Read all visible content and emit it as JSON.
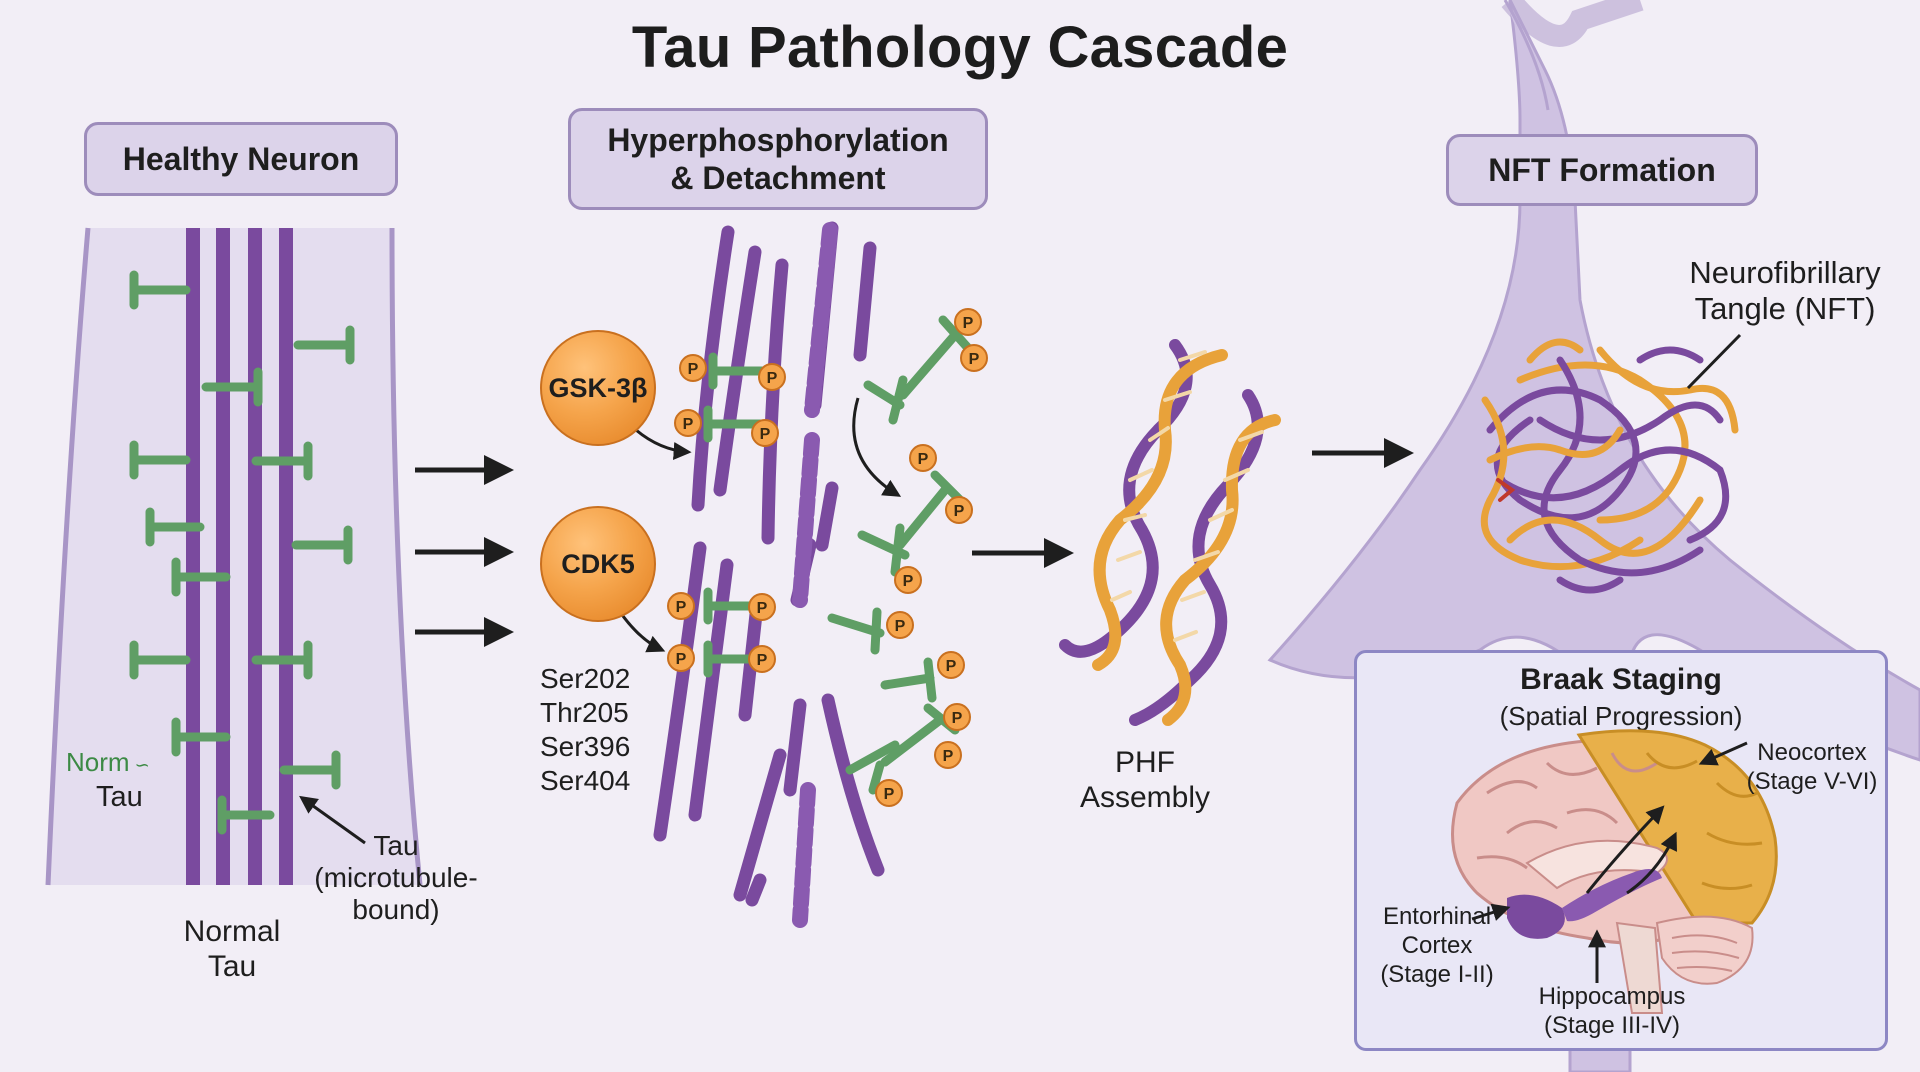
{
  "title": "Tau Pathology Cascade",
  "panels": {
    "healthy": "Healthy Neuron",
    "hyper_line1": "Hyperphosphorylation",
    "hyper_line2": "& Detachment",
    "nft": "NFT Formation"
  },
  "labels": {
    "normal_tau_small_green": "Norm",
    "normal_tau_small_black": "Tau",
    "tau_bound": "Tau\n(microtubule-\nbound)",
    "normal_tau": "Normal\nTau",
    "phf": "PHF\nAssembly",
    "nft_label": "Neurofibrillary\nTangle (NFT)"
  },
  "kinases": [
    "GSK-3β",
    "CDK5"
  ],
  "phospho_sites": [
    "Ser202",
    "Thr205",
    "Ser396",
    "Ser404"
  ],
  "phosphate_symbol": "P",
  "braak": {
    "title": "Braak Staging",
    "subtitle": "(Spatial Progression)",
    "neocortex": "Neocortex\n(Stage V-VI)",
    "entorhinal": "Entorhinal\nCortex\n(Stage I-II)",
    "hippocampus": "Hippocampus\n(Stage III-IV)"
  },
  "colors": {
    "background": "#f2eef6",
    "microtubule": "#7a4a9e",
    "tau_protein": "#5f9e65",
    "phosphate": "#f5a44b",
    "neuron_body": "#cfc2e2",
    "strand_orange": "#e8a23a"
  }
}
